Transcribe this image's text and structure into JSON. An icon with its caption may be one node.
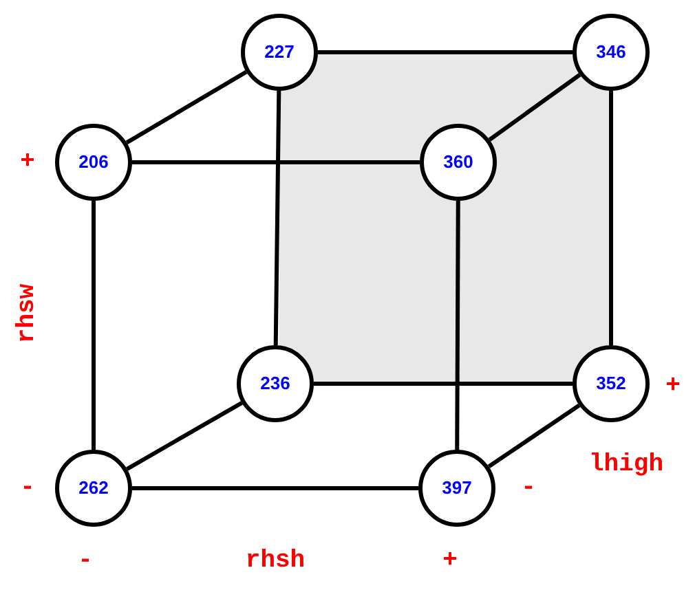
{
  "diagram": {
    "nodes": [
      {
        "text": [
          "227"
        ]
      },
      {
        "text": [
          "346"
        ]
      },
      {
        "text": [
          "206"
        ]
      },
      {
        "text": [
          "360"
        ]
      },
      {
        "text": [
          "236"
        ]
      },
      {
        "text": [
          "352"
        ]
      },
      {
        "text": [
          "262"
        ]
      },
      {
        "text": [
          "397"
        ]
      }
    ],
    "edges": [
      {
        "from": 2,
        "to": 0,
        "arrow": "none"
      },
      {
        "from": 0,
        "to": 1,
        "arrow": "none"
      },
      {
        "from": 0,
        "to": 4,
        "arrow": "none"
      },
      {
        "from": 1,
        "to": 3,
        "arrow": "none"
      },
      {
        "from": 1,
        "to": 5,
        "arrow": "none"
      },
      {
        "from": 2,
        "to": 3,
        "arrow": "none"
      },
      {
        "from": 2,
        "to": 6,
        "arrow": "none"
      },
      {
        "from": 3,
        "to": 7,
        "arrow": "none"
      },
      {
        "from": 4,
        "to": 5,
        "arrow": "none"
      },
      {
        "from": 6,
        "to": 4,
        "arrow": "none"
      },
      {
        "from": 6,
        "to": 7,
        "arrow": "none"
      },
      {
        "from": 7,
        "to": 5,
        "arrow": "none"
      }
    ],
    "labels": [
      "+",
      "rhsw",
      "-",
      "+",
      "lhigh",
      "-",
      "-",
      "rhsh",
      "+"
    ]
  }
}
